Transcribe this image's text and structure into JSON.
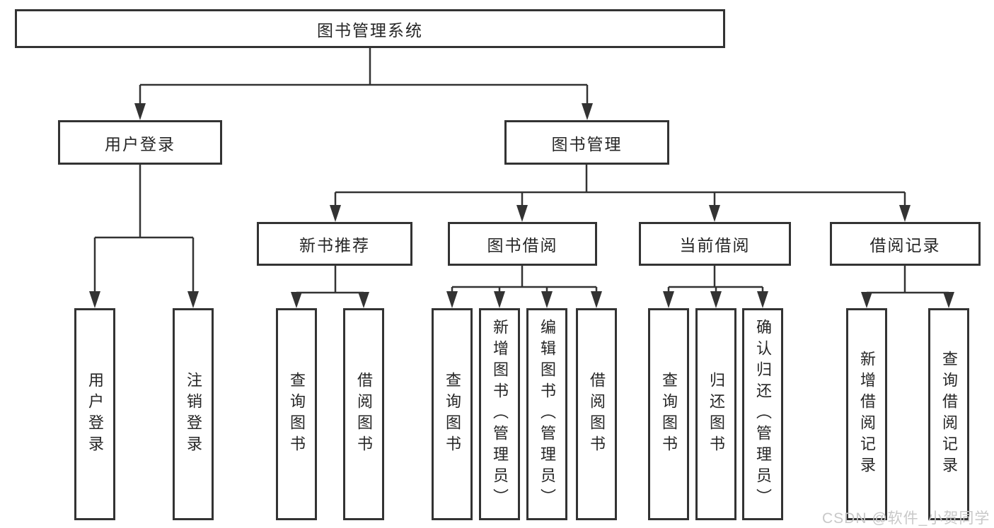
{
  "diagram": {
    "root": {
      "label": "图书管理系统"
    },
    "level2": [
      {
        "label": "用户登录",
        "leaves": [
          "用户登录",
          "注销登录"
        ]
      },
      {
        "label": "图书管理",
        "groups": [
          {
            "label": "新书推荐",
            "leaves": [
              "查询图书",
              "借阅图书"
            ]
          },
          {
            "label": "图书借阅",
            "leaves": [
              "查询图书",
              "新增图书（管理员）",
              "编辑图书（管理员）",
              "借阅图书"
            ]
          },
          {
            "label": "当前借阅",
            "leaves": [
              "查询图书",
              "归还图书",
              "确认归还（管理员）"
            ]
          },
          {
            "label": "借阅记录",
            "leaves": [
              "新增借阅记录",
              "查询借阅记录"
            ]
          }
        ]
      }
    ]
  },
  "watermark": {
    "text": "CSDN @软件_小贺同学"
  },
  "colors": {
    "line": "#333333",
    "box_border": "#333333",
    "text": "#262626",
    "watermark": "#c8c8c8",
    "background": "#ffffff"
  }
}
